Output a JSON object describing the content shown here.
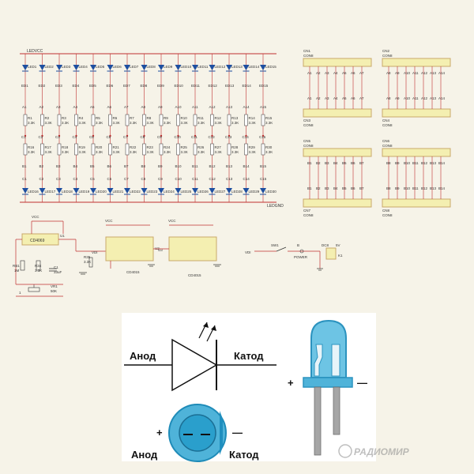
{
  "schematic": {
    "rail_top": "LEDVCC",
    "rail_bottom": "LEDGND",
    "top_diode_row": [
      "LED1",
      "LED2",
      "LED3",
      "LED4",
      "LED5",
      "LED6",
      "LED7",
      "LED8",
      "LED9",
      "LED10",
      "LED11",
      "LED12",
      "LED13",
      "LED14",
      "LED15"
    ],
    "a_nodes": [
      "A1",
      "A2",
      "A3",
      "A4",
      "A5",
      "A6",
      "A7",
      "A8",
      "A9",
      "A10",
      "A11",
      "A12",
      "A13",
      "A14",
      "A15"
    ],
    "r_top": [
      "R1",
      "R2",
      "R3",
      "R4",
      "R5",
      "R6",
      "R7",
      "R8",
      "R9",
      "R10",
      "R11",
      "R12",
      "R13",
      "R14",
      "R15"
    ],
    "r_bottom": [
      "R16",
      "R17",
      "R18",
      "R19",
      "R20",
      "R21",
      "R22",
      "R23",
      "R24",
      "R25",
      "R26",
      "R27",
      "R28",
      "R29",
      "R30"
    ],
    "b_nodes": [
      "B1",
      "B2",
      "B3",
      "B4",
      "B5",
      "B6",
      "B7",
      "B8",
      "B9",
      "B10",
      "B11",
      "B12",
      "B13",
      "B14",
      "B15"
    ],
    "c_nodes": [
      "C1",
      "C2",
      "C3",
      "C4",
      "C5",
      "C6",
      "C7",
      "C8",
      "C9",
      "C10",
      "C11",
      "C12",
      "C13",
      "C14",
      "C15"
    ],
    "resistor_value": "3.3K",
    "connectors": [
      {
        "top": "CN1",
        "bottom": "CN3",
        "pins": [
          "A1",
          "A2",
          "A3",
          "A4",
          "A5",
          "A6",
          "A7"
        ]
      },
      {
        "top": "CN2",
        "bottom": "CN4",
        "pins": [
          "A8",
          "A9",
          "A10",
          "A11",
          "A12",
          "A13",
          "A14"
        ]
      },
      {
        "top": "CN5",
        "bottom": "CN7",
        "pins": [
          "B1",
          "B2",
          "B3",
          "B4",
          "B5",
          "B6",
          "B7"
        ]
      },
      {
        "top": "CN6",
        "bottom": "CN8",
        "pins": [
          "B8",
          "B9",
          "B10",
          "B11",
          "B12",
          "B13",
          "B14"
        ]
      }
    ],
    "connector_label": "CON8",
    "chips": {
      "timer": "CD4069",
      "shift1": "CD4015",
      "shift2": "CD4015",
      "vcc": "VCC",
      "u1": "U1",
      "u2": "U2",
      "u3": "U3"
    },
    "passives": {
      "rb1": "RB1",
      "rb1_val": "1M",
      "r34": "R34",
      "r34_val": "3.3K",
      "c1": "C1",
      "c1_val": "33uF",
      "vr": "VR1",
      "vr_val": "50K",
      "r35": "R35",
      "r35_val": "3.3K",
      "vdi": "VDI"
    },
    "power": {
      "vdi": "VDI",
      "switch": "SW1",
      "power_label": "POWER",
      "dc": "DC8",
      "dc_val": "5V",
      "k1": "K1"
    }
  },
  "diagram": {
    "anode": "Анод",
    "cathode": "Катод",
    "plus": "+",
    "minus": "—",
    "anode2": "Анод",
    "cathode2": "Катод"
  },
  "watermark": "РАДИОМИР",
  "colors": {
    "blue": "#1f8fbf",
    "led_blue": "#4fb3d9",
    "yellow": "#f4efb1",
    "connector_outline": "#c9a86a"
  }
}
